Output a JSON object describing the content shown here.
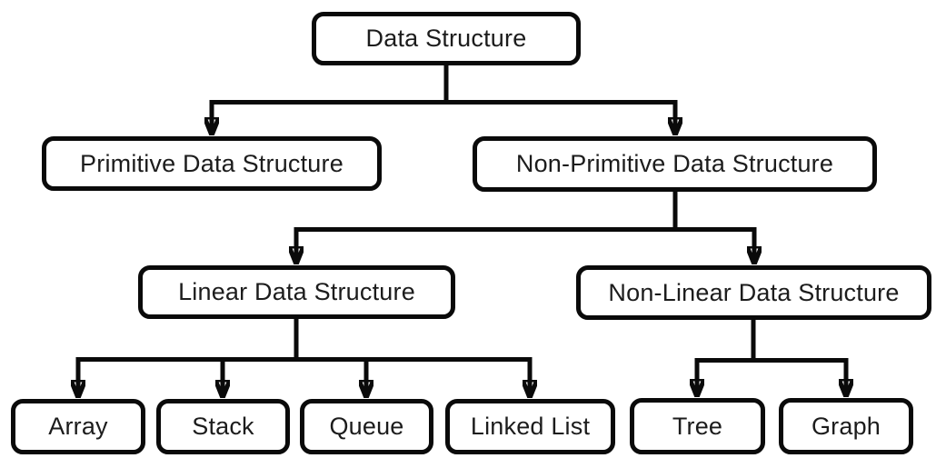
{
  "diagram": {
    "title": "Data Structure classification flowchart",
    "colors": {
      "line": "#0a0a0a",
      "text": "#1c1c1c",
      "box_background": "#ffffff",
      "canvas_background": "#ffffff"
    },
    "nodes": {
      "root": {
        "label": "Data Structure"
      },
      "primitive": {
        "label": "Primitive Data Structure"
      },
      "non_primitive": {
        "label": "Non-Primitive Data Structure"
      },
      "linear": {
        "label": "Linear Data Structure"
      },
      "non_linear": {
        "label": "Non-Linear Data Structure"
      },
      "array": {
        "label": "Array"
      },
      "stack": {
        "label": "Stack"
      },
      "queue": {
        "label": "Queue"
      },
      "linked_list": {
        "label": "Linked List"
      },
      "tree": {
        "label": "Tree"
      },
      "graph": {
        "label": "Graph"
      }
    },
    "edges": [
      {
        "from": "Data Structure",
        "to": "Primitive Data Structure"
      },
      {
        "from": "Data Structure",
        "to": "Non-Primitive Data Structure"
      },
      {
        "from": "Non-Primitive Data Structure",
        "to": "Linear Data Structure"
      },
      {
        "from": "Non-Primitive Data Structure",
        "to": "Non-Linear Data Structure"
      },
      {
        "from": "Linear Data Structure",
        "to": "Array"
      },
      {
        "from": "Linear Data Structure",
        "to": "Stack"
      },
      {
        "from": "Linear Data Structure",
        "to": "Queue"
      },
      {
        "from": "Linear Data Structure",
        "to": "Linked List"
      },
      {
        "from": "Non-Linear Data Structure",
        "to": "Tree"
      },
      {
        "from": "Non-Linear Data Structure",
        "to": "Graph"
      }
    ]
  }
}
